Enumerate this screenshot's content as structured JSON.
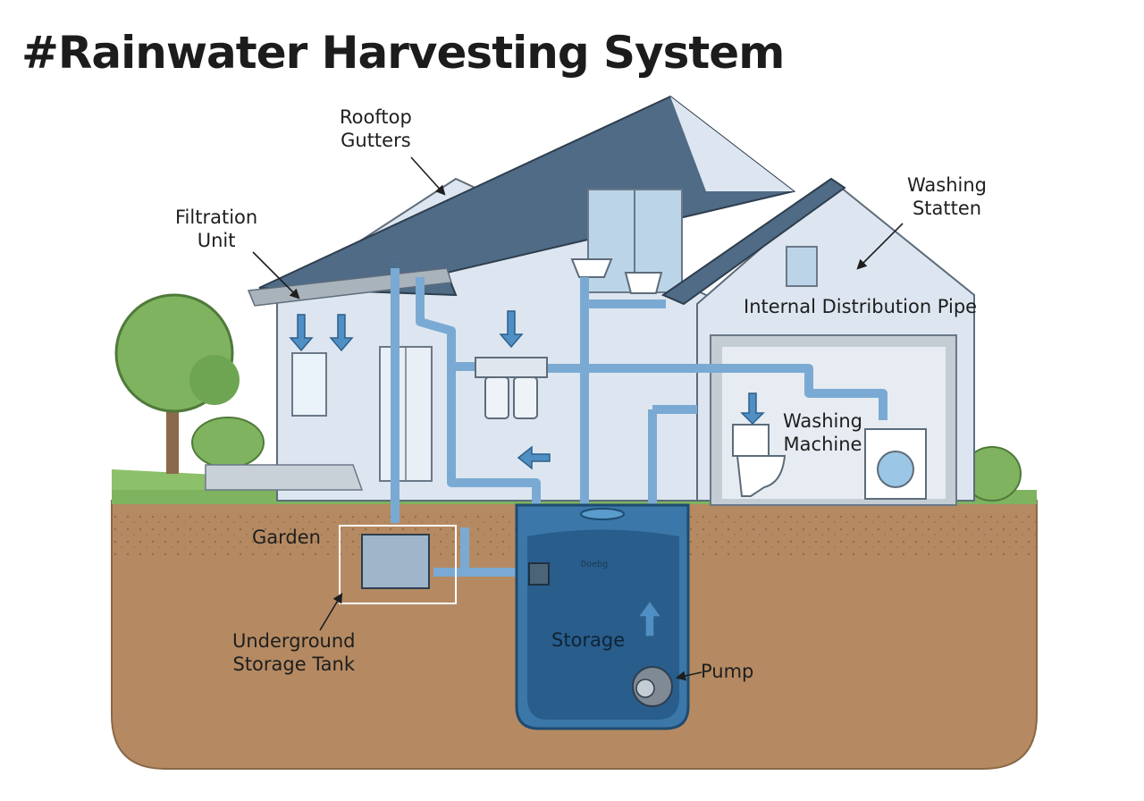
{
  "title": "#Rainwater Harvesting System",
  "labels": {
    "rooftop": [
      "Rooftop",
      "Gutters"
    ],
    "filtration": [
      "Filtration",
      "Unit"
    ],
    "washing_station": [
      "Washing",
      "Statten"
    ],
    "internal_pipe": "Internal Distribution Pipe",
    "washing_machine": [
      "Washing",
      "Machine"
    ],
    "garden": "Garden",
    "underground": [
      "Underground",
      "Storage Tank"
    ],
    "storage": "Storage",
    "pump": "Pump",
    "tank_sign": "Doebg"
  },
  "colors": {
    "roof": "#4f6b86",
    "wall": "#dde6f0",
    "pipe": "#7aaad3",
    "water": "#2f7fb6",
    "soil": "#b58a62",
    "grass": "#7fb35f"
  }
}
